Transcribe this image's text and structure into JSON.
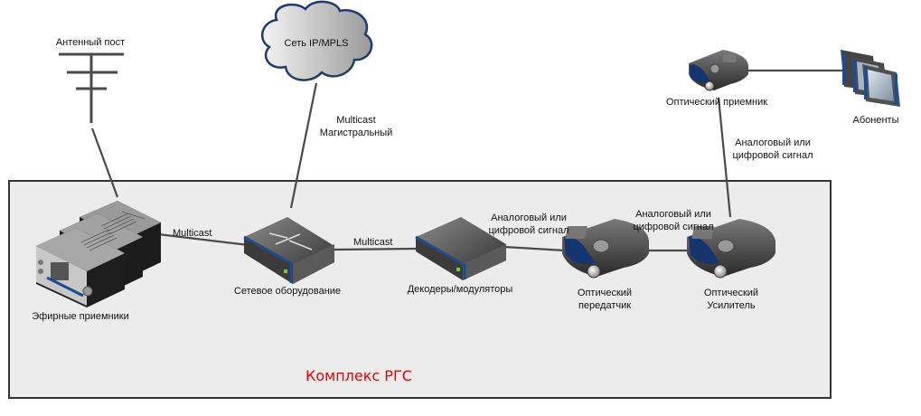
{
  "diagram": {
    "region": {
      "label": "Комплекс РГС",
      "label_color": "#ee0000",
      "fill": "#ececec",
      "border": "#333333"
    },
    "nodes": [
      {
        "id": "antenna",
        "type": "antenna-icon",
        "label": "Антенный пост"
      },
      {
        "id": "cloud",
        "type": "cloud-icon",
        "label": "Сеть IP/MPLS"
      },
      {
        "id": "receivers",
        "type": "broadcast-receiver-icon",
        "label": "Эфирные приемники"
      },
      {
        "id": "switch",
        "type": "network-switch-icon",
        "label": "Сетевое оборудование"
      },
      {
        "id": "decoders",
        "type": "rack-device-icon",
        "label": "Декодеры/модуляторы"
      },
      {
        "id": "tx",
        "type": "optical-device-icon",
        "label_line1": "Оптический",
        "label_line2": "передатчик"
      },
      {
        "id": "amp",
        "type": "optical-device-icon",
        "label_line1": "Оптический",
        "label_line2": "Усилитель"
      },
      {
        "id": "rx",
        "type": "optical-device-icon",
        "label": "Оптический приемник"
      },
      {
        "id": "subscribers",
        "type": "tv-monitors-icon",
        "label": "Абоненты"
      }
    ],
    "edges": [
      {
        "from": "antenna",
        "to": "receivers",
        "label": ""
      },
      {
        "from": "cloud",
        "to": "switch",
        "label_line1": "Multicast",
        "label_line2": "Магистральный"
      },
      {
        "from": "receivers",
        "to": "switch",
        "label": "Multicast"
      },
      {
        "from": "switch",
        "to": "decoders",
        "label": "Multicast"
      },
      {
        "from": "decoders",
        "to": "tx",
        "label_line1": "Аналоговый или",
        "label_line2": "цифровой сигнал"
      },
      {
        "from": "tx",
        "to": "amp",
        "label_line1": "Аналоговый или",
        "label_line2": "цифровой сигнал"
      },
      {
        "from": "amp",
        "to": "rx",
        "label_line1": "Аналоговый или",
        "label_line2": "цифровой сигнал"
      },
      {
        "from": "rx",
        "to": "subscribers",
        "label": ""
      }
    ]
  }
}
